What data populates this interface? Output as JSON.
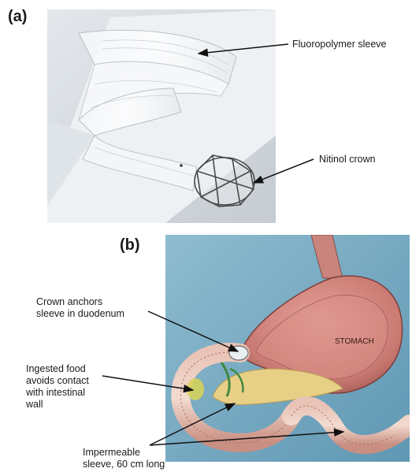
{
  "panel_a": {
    "letter": "(a)",
    "labels": {
      "sleeve": "Fluoropolymer sleeve",
      "crown": "Nitinol crown"
    }
  },
  "panel_b": {
    "letter": "(b)",
    "labels": {
      "crown_anchors": "Crown anchors\nsleeve in duodenum",
      "stomach": "STOMACH",
      "food": "Ingested food\navoids contact\nwith intestinal\nwall",
      "impermeable": "Impermeable\nsleeve, 60 cm long"
    }
  }
}
